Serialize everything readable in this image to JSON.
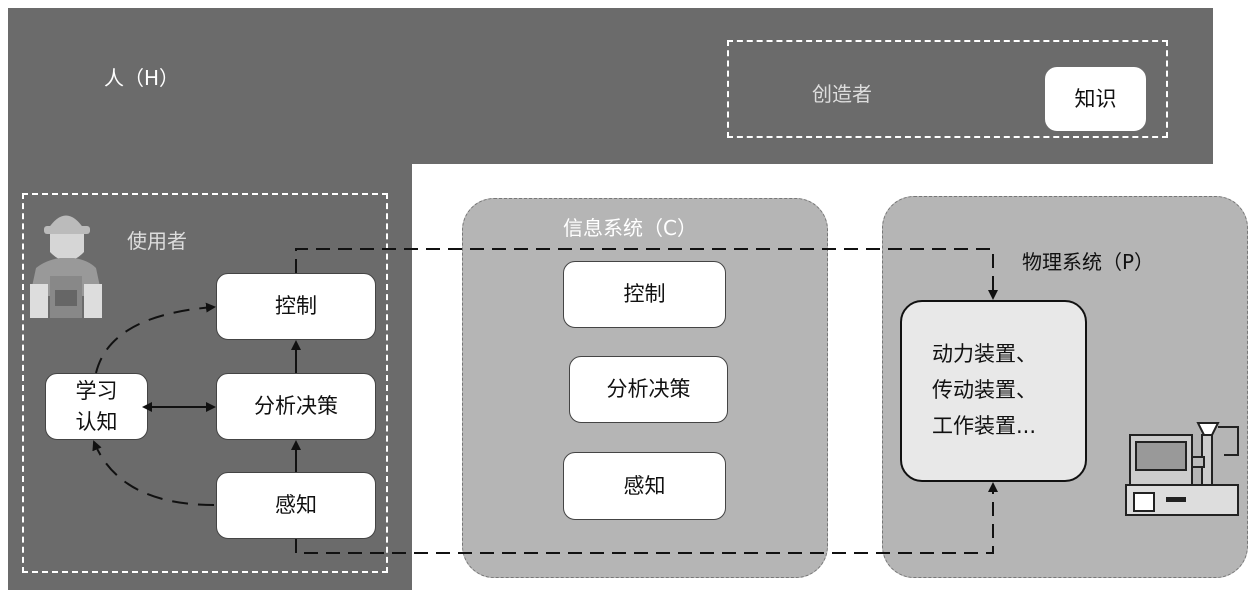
{
  "human": {
    "label": "人（H）"
  },
  "creator": {
    "label": "创造者",
    "knowledge": "知识"
  },
  "user": {
    "label": "使用者",
    "control": "控制",
    "analysis": "分析决策",
    "perception": "感知",
    "learning_line1": "学习",
    "learning_line2": "认知"
  },
  "info_system": {
    "title": "信息系统（C）",
    "control": "控制",
    "analysis": "分析决策",
    "perception": "感知"
  },
  "physical_system": {
    "title": "物理系统（P）",
    "devices_line1": "动力装置、",
    "devices_line2": "传动装置、",
    "devices_line3": "工作装置..."
  },
  "colors": {
    "dark_region": "#6b6b6b",
    "panel": "#b5b5b5",
    "device_box": "#e8e8e8"
  }
}
